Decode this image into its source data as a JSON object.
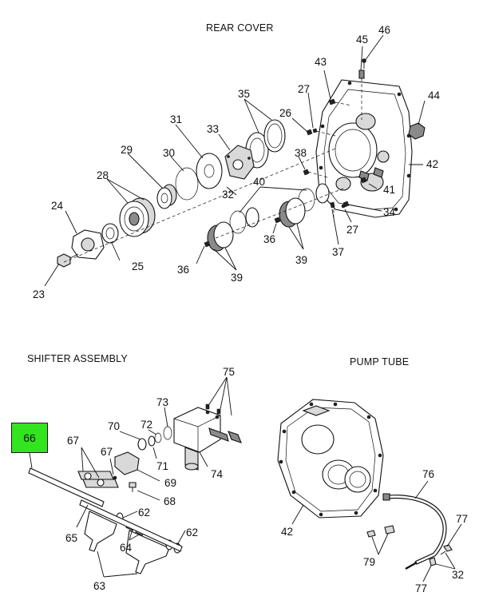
{
  "sections": {
    "rear_cover": "REAR COVER",
    "shifter_assembly": "SHIFTER ASSEMBLY",
    "pump_tube": "PUMP TUBE"
  },
  "highlight": {
    "label": "66",
    "color": "#33e51e"
  },
  "callouts": {
    "rear": [
      "45",
      "46",
      "43",
      "27",
      "44",
      "35",
      "26",
      "31",
      "33",
      "38",
      "29",
      "30",
      "42",
      "28",
      "41",
      "40",
      "24",
      "34",
      "27",
      "36",
      "37",
      "25",
      "39",
      "36",
      "23",
      "39",
      "32"
    ],
    "shifter": [
      "75",
      "73",
      "70",
      "72",
      "66",
      "67",
      "67",
      "71",
      "69",
      "74",
      "68",
      "62",
      "65",
      "62",
      "64",
      "63"
    ],
    "pump": [
      "76",
      "77",
      "42",
      "79",
      "32",
      "77"
    ]
  }
}
